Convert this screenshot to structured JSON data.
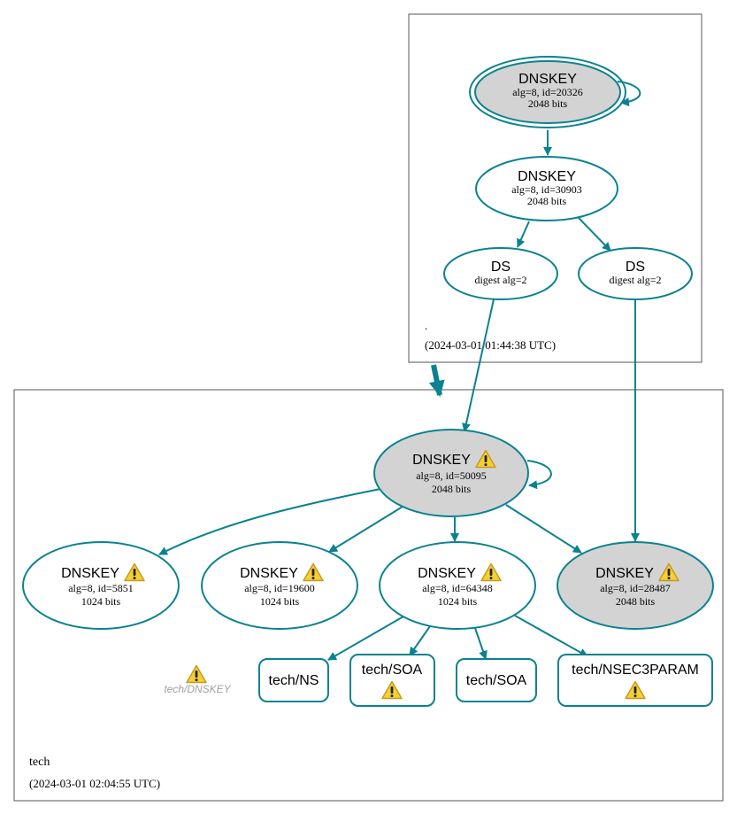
{
  "colors": {
    "edge": "#0a8290",
    "node_stroke": "#0a8290",
    "ksk_fill": "#d3d3d3",
    "zone_border": "#555555",
    "warning_fill": "#f5d033",
    "warning_stroke": "#c79a1f",
    "ghost_text": "#a0a0a0"
  },
  "icons": {
    "warning": "warning-triangle-icon"
  },
  "zones": {
    "root": {
      "name": ".",
      "timestamp": "(2024-03-01 01:44:38 UTC)"
    },
    "tech": {
      "name": "tech",
      "timestamp": "(2024-03-01 02:04:55 UTC)"
    }
  },
  "nodes": {
    "root_ksk": {
      "title": "DNSKEY",
      "line1": "alg=8, id=20326",
      "line2": "2048 bits"
    },
    "root_zsk": {
      "title": "DNSKEY",
      "line1": "alg=8, id=30903",
      "line2": "2048 bits"
    },
    "root_ds1": {
      "title": "DS",
      "line1": "digest alg=2"
    },
    "root_ds2": {
      "title": "DS",
      "line1": "digest alg=2"
    },
    "tech_ksk": {
      "title": "DNSKEY",
      "line1": "alg=8, id=50095",
      "line2": "2048 bits"
    },
    "tech_k5851": {
      "title": "DNSKEY",
      "line1": "alg=8, id=5851",
      "line2": "1024 bits"
    },
    "tech_k19600": {
      "title": "DNSKEY",
      "line1": "alg=8, id=19600",
      "line2": "1024 bits"
    },
    "tech_k64348": {
      "title": "DNSKEY",
      "line1": "alg=8, id=64348",
      "line2": "1024 bits"
    },
    "tech_k28487": {
      "title": "DNSKEY",
      "line1": "alg=8, id=28487",
      "line2": "2048 bits"
    },
    "tech_dnskey_rrset": {
      "label": "tech/DNSKEY"
    },
    "tech_ns": {
      "label": "tech/NS"
    },
    "tech_soa1": {
      "label": "tech/SOA"
    },
    "tech_soa2": {
      "label": "tech/SOA"
    },
    "tech_nsec3param": {
      "label": "tech/NSEC3PARAM"
    }
  }
}
